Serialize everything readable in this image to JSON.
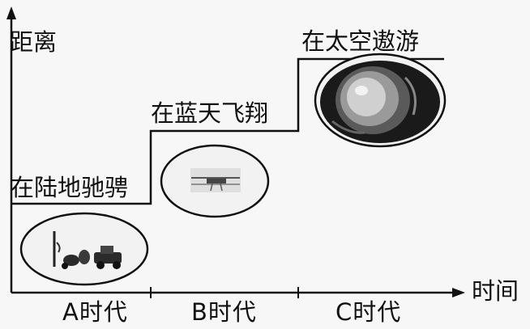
{
  "axes": {
    "y_label": "距离",
    "x_label": "时间"
  },
  "eras": [
    {
      "label": "A时代"
    },
    {
      "label": "B时代"
    },
    {
      "label": "C时代"
    }
  ],
  "steps": [
    {
      "label": "在陆地驰骋",
      "picture": "ground-vehicles-icon"
    },
    {
      "label": "在蓝天飞翔",
      "picture": "airplane-icon"
    },
    {
      "label": "在太空遨游",
      "picture": "astronaut-icon"
    }
  ]
}
